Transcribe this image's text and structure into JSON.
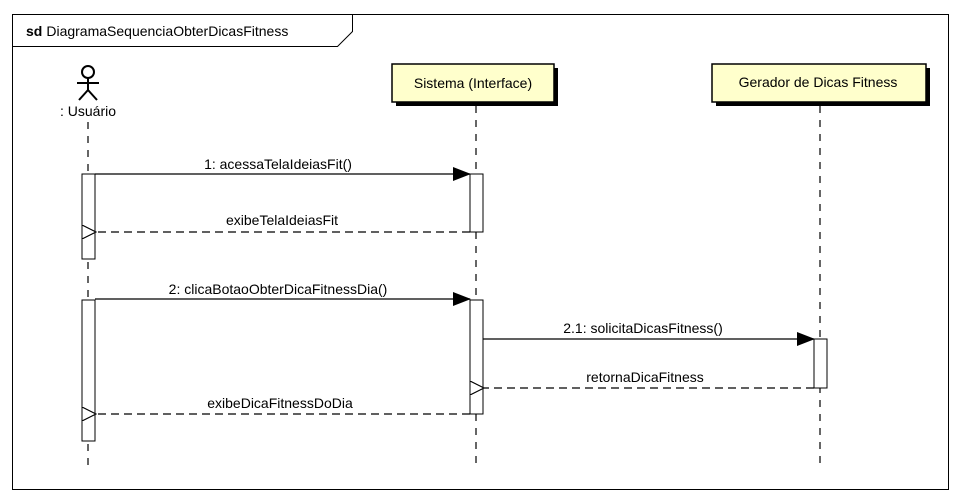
{
  "frame": {
    "keyword": "sd",
    "name": "DiagramaSequenciaObterDicasFitness"
  },
  "lifelines": {
    "actor": {
      "label": ": Usuário",
      "icon": "stick-figure-icon"
    },
    "system": {
      "label": "Sistema (Interface)"
    },
    "generator": {
      "label": "Gerador de Dicas Fitness"
    }
  },
  "messages": {
    "m1": "1: acessaTelaIdeiasFit()",
    "r1": "exibeTelaIdeiasFit",
    "m2": "2: clicaBotaoObterDicaFitnessDia()",
    "m21": "2.1: solicitaDicasFitness()",
    "r21": "retornaDicaFitness",
    "r2": "exibeDicaFitnessDoDia"
  },
  "colors": {
    "participant_fill": "#FFFFCC",
    "line": "#000000",
    "background": "#FFFFFF"
  }
}
